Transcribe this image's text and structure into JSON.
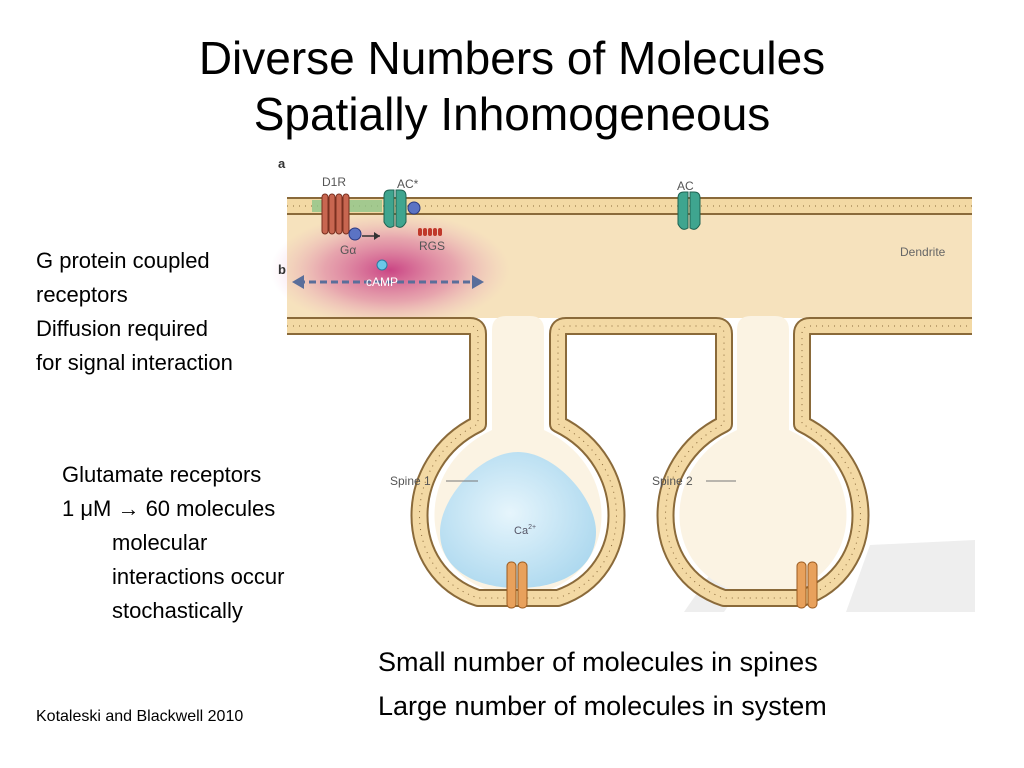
{
  "slide": {
    "title_line1": "Diverse Numbers of Molecules",
    "title_line2": "Spatially Inhomogeneous",
    "gpcr_block": [
      "G protein coupled",
      "receptors",
      "Diffusion required",
      "for signal interaction"
    ],
    "glutamate_block": {
      "line1": "Glutamate receptors",
      "line2": "1 μM → 60 molecules",
      "sub_lines": [
        "molecular",
        "interactions occur",
        "stochastically"
      ]
    },
    "bottom_lines": [
      "Small number of molecules in spines",
      "Large number of molecules in system"
    ],
    "credit": "Kotaleski and Blackwell 2010"
  },
  "diagram": {
    "panel_a": "a",
    "panel_b": "b",
    "labels": {
      "d1r": "D1R",
      "ac_star": "AC*",
      "ac": "AC",
      "g_alpha": "Gα",
      "rgs": "RGS",
      "camp": "cAMP",
      "dendrite": "Dendrite",
      "spine1": "Spine 1",
      "spine2": "Spine 2",
      "calcium": "Ca",
      "calcium_sup": "2+"
    },
    "colors": {
      "dendrite_fill": "#f6e2bd",
      "membrane_bead": "#f3d9a4",
      "bead_stroke": "#8a6a3a",
      "d1r": "#c86650",
      "ac_channel": "#3fa58f",
      "g_protein": "#5b73c4",
      "rgs": "#c0392b",
      "camp_cloud": "#c2297a",
      "calcium": "#c7e6f6",
      "glutamate_receptor": "#e8a15c"
    }
  }
}
